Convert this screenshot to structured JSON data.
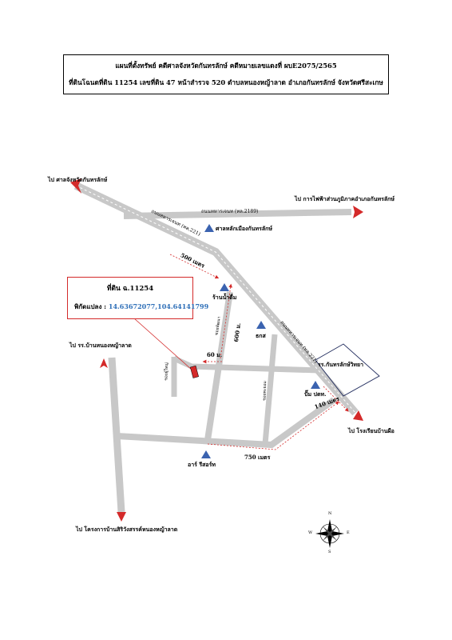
{
  "title": {
    "line1": "แผนที่ตั้งทรัพย์ คดีศาลจังหวัดกันทรลักษ์ คดีหมายเลขแดงที่ ผบE2075/2565",
    "line2": "ที่ดินโฉนดที่ดิน 11254 เลขที่ดิน 47 หน้าสำรวจ 520 ตำบลหนองหญ้าลาด อำเภอกันทรลักษ์ จังหวัดศรีสะเกษ"
  },
  "info_box": {
    "title": "ที่ดิน ฉ.11254",
    "coords_label": "พิกัดแปลง :",
    "coords_value": "14.63672077,104.64141799"
  },
  "destinations": {
    "court": "ไป ศาลจังหวัดกันทรลักษ์",
    "electric": "ไป การไฟฟ้าส่วนภูมิภาคอำเภอกันทรลักษ์",
    "school_nyl": "ไป รร.บ้านหนองหญ้าลาด",
    "school_bp": "ไป โรงเรียนบ้านผือ",
    "project": "ไป โครงการบ้านสิริวังสรรค์หนองหญ้าลาด"
  },
  "roads": {
    "top": "ถนนทหารเจนท (ทล.2189)",
    "hwy_upper": "ถนนทหารเจนท (ทล.221)",
    "hwy_lower": "ถนนทหารเจนท (ทล.221)",
    "v_center": "ซอยพัฒนา",
    "v_right": "ซอยพะยอม",
    "v_left": "ซอยผู้ใหญ่"
  },
  "landmarks": {
    "shrine": "ศาลหลักเมืองกันทรลักษ์",
    "drinking_water": "ร้านน้ำดื่ม",
    "bank": "ธกส",
    "gas": "ปั๊ม ปตท.",
    "resort": "อาร์ รีสอร์ท",
    "school": "รร.กันทรลักษ์วิทยา"
  },
  "distances": {
    "d500": "500 เมตร",
    "d600": "600 ม.",
    "d60": "60 ม.",
    "d140": "140 เมตร",
    "d750": "750 เมตร"
  },
  "compass": {
    "n": "N",
    "s": "S",
    "e": "E",
    "w": "W"
  },
  "colors": {
    "road": "#c8c8c8",
    "arrow": "#d42a2a",
    "marker": "#3b63b0",
    "box_border": "#d42a2a",
    "coords": "#2e6fb8"
  }
}
